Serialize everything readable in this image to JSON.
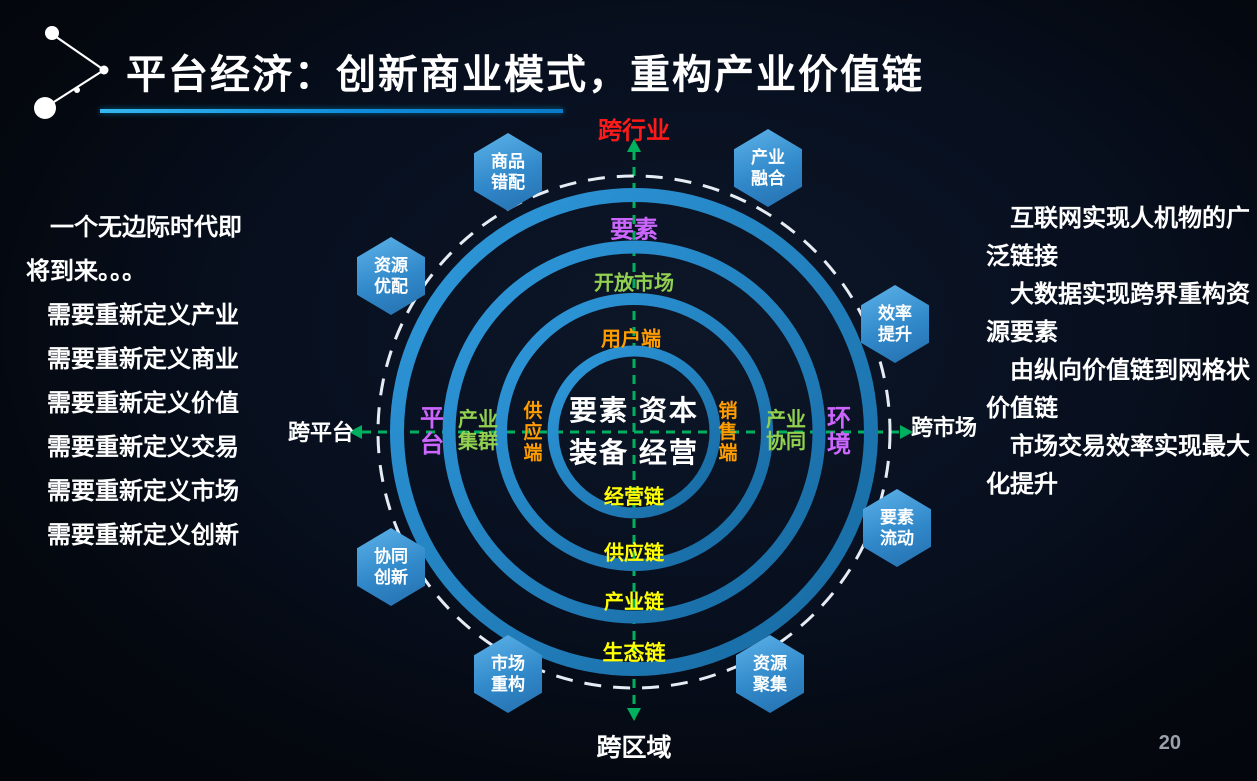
{
  "title": {
    "text": "平台经济：创新商业模式，重构产业价值链"
  },
  "page_number": "20",
  "left_panel": {
    "lines": [
      "一个无边际时代即",
      "将到来。。。",
      "需要重新定义产业",
      "需要重新定义商业",
      "需要重新定义价值",
      "需要重新定义交易",
      "需要重新定义市场",
      "需要重新定义创新"
    ]
  },
  "right_panel": {
    "paragraphs": [
      "互联网实现人机物的广泛链接",
      "大数据实现跨界重构资源要素",
      "由纵向价值链到网格状价值链",
      "市场交易效率实现最大化提升"
    ]
  },
  "diagram": {
    "axis": {
      "top": "跨行业",
      "bottom": "跨区域",
      "left": "跨平台",
      "right": "跨市场"
    },
    "center": {
      "line1": "要素 资本",
      "line2": "装备 经营"
    },
    "top_labels": {
      "outer": "要素",
      "middle": "开放市场",
      "inner": "用户端"
    },
    "bottom_labels": {
      "inner": "经营链",
      "mid_inner": "供应链",
      "mid_outer": "产业链",
      "outer": "生态链"
    },
    "left_labels": {
      "outer": "平台",
      "middle": "产业集群",
      "inner": "供应端"
    },
    "right_labels": {
      "inner": "销售端",
      "middle": "产业协同",
      "outer": "环境"
    },
    "hexagons": [
      {
        "line1": "商品",
        "line2": "错配"
      },
      {
        "line1": "产业",
        "line2": "融合"
      },
      {
        "line1": "资源",
        "line2": "优配"
      },
      {
        "line1": "效率",
        "line2": "提升"
      },
      {
        "line1": "协同",
        "line2": "创新"
      },
      {
        "line1": "要素",
        "line2": "流动"
      },
      {
        "line1": "市场",
        "line2": "重构"
      },
      {
        "line1": "资源",
        "line2": "聚集"
      }
    ],
    "colors": {
      "ring_blue": "#1f80c9",
      "hexagon_blue": "#3189ca",
      "arrow_green": "#00b05f",
      "axis_top_red": "#ff1a1a",
      "purple": "#cc66ff",
      "green": "#92d050",
      "orange": "#ff9c00",
      "yellow": "#ffff00",
      "underline_blue": "#0f8ddc"
    },
    "icons": {
      "header": "network-nodes-icon"
    }
  }
}
